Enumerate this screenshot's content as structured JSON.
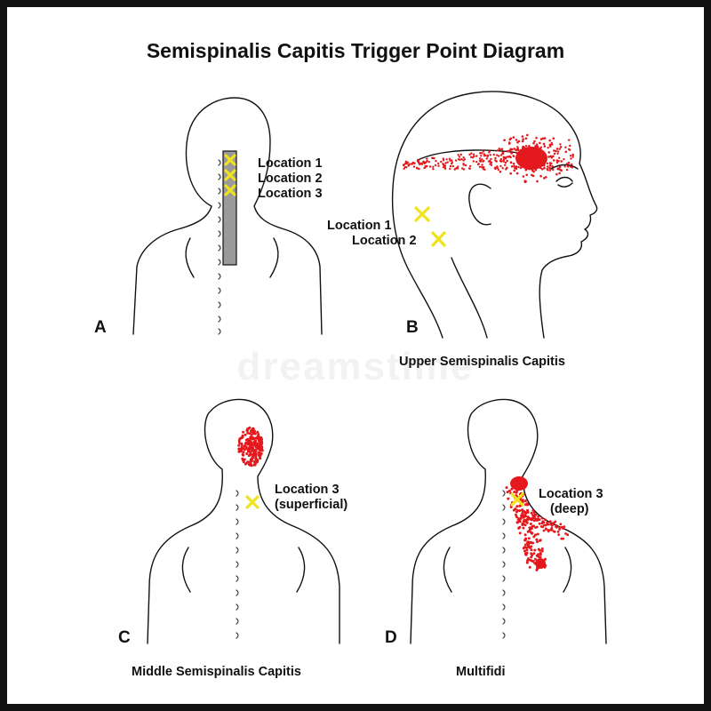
{
  "title": "Semispinalis Capitis Trigger Point Diagram",
  "watermark": "dreamstime",
  "colors": {
    "trigger_marker": "#f0e21c",
    "referred_pain": "#e4191d",
    "outline": "#111111",
    "muscle_band": "#9a9a9a"
  },
  "panels": {
    "a": {
      "letter": "A",
      "locations": [
        "Location 1",
        "Location 2",
        "Location 3"
      ]
    },
    "b": {
      "letter": "B",
      "locations": [
        "Location 1",
        "Location 2"
      ],
      "caption": "Upper Semispinalis Capitis"
    },
    "c": {
      "letter": "C",
      "location": "Location 3",
      "location_note": "(superficial)",
      "caption": "Middle Semispinalis Capitis"
    },
    "d": {
      "letter": "D",
      "location": "Location 3",
      "location_note": "(deep)",
      "caption": "Multifidi"
    }
  }
}
